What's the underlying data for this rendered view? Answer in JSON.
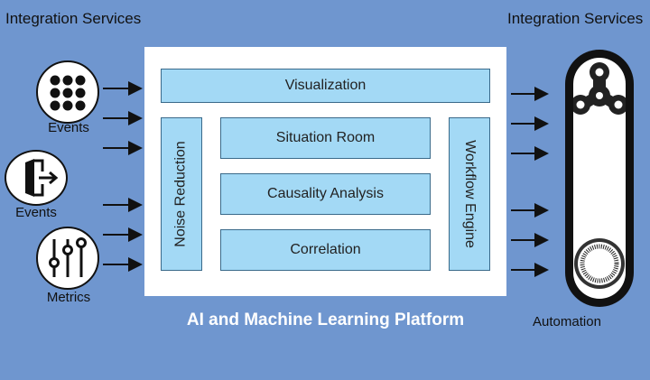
{
  "header": {
    "left_title": "Integration Services",
    "right_title": "Integration Services"
  },
  "sources": [
    {
      "label": "Events",
      "icon": "grid-dots-icon"
    },
    {
      "label": "Events",
      "icon": "door-exit-icon"
    },
    {
      "label": "Metrics",
      "icon": "sliders-icon"
    }
  ],
  "platform": {
    "title": "AI and Machine Learning Platform",
    "top_bar": "Visualization",
    "left_column": "Noise Reduction",
    "right_column": "Workflow Engine",
    "center_stack": [
      "Situation Room",
      "Causality Analysis",
      "Correlation"
    ]
  },
  "output": {
    "label": "Automation",
    "icons": [
      "fidget-spinner-icon",
      "dial-knob-icon"
    ]
  },
  "colors": {
    "background": "#6f96cf",
    "module_fill": "#a3d9f5",
    "platform_fill": "#ffffff",
    "platform_title": "#ffffff"
  }
}
